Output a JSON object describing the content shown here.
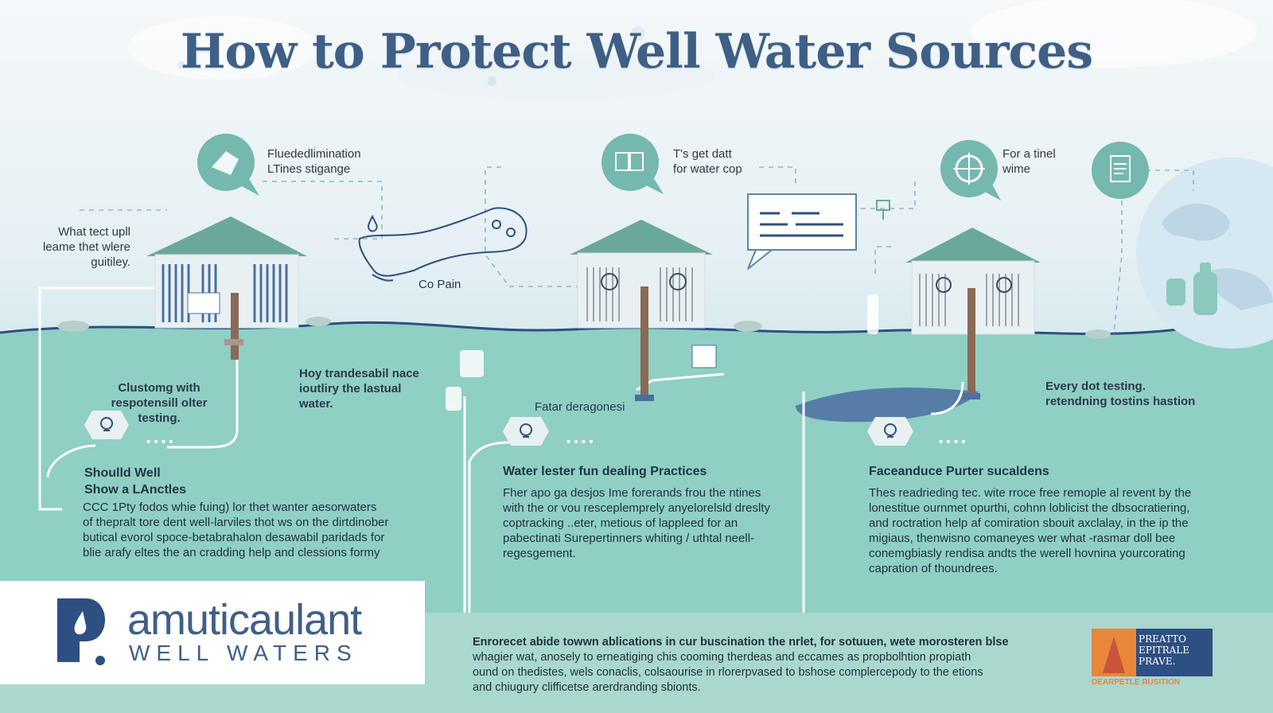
{
  "title": "How to Protect Well Water Sources",
  "callouts": [
    {
      "line1": "Fluededlimination",
      "line2": "LTines stigange",
      "icon": "pump-icon"
    },
    {
      "line1": "T's get datt",
      "line2": "for water cop",
      "icon": "book-icon"
    },
    {
      "line1": "For a tinel",
      "line2": "wime",
      "icon": "leaf-wheel-icon"
    }
  ],
  "doc_icon": "document-icon",
  "left_label": [
    "What tect upll",
    "leame thet wlere",
    "guitiley."
  ],
  "map_label": "Co Pain",
  "stations": [
    {
      "label_a": [
        "Clustomg with",
        "respotensill olter",
        "testing."
      ],
      "label_b": [
        "Hoy trandesabil nace",
        "ioutliry the lastual",
        "water."
      ],
      "dots": "• • • •",
      "heading": [
        "Shoulld Well",
        "Show a LAnctles"
      ],
      "paragraph": [
        "CCC 1Pty fodos whie fuing) lor thet wanter aesorwaters",
        "of thepralt tore dent well-larviles thot ws on the dirtdinober",
        "butical evorol spoce-betabrahalon desawabil paridads for",
        "blie arafy eltes the an cradding help and clessions formy"
      ]
    },
    {
      "label_a": [
        "Fatar deragonesi"
      ],
      "dots": "• • • •",
      "heading": [
        "Water lester fun dealing Practices"
      ],
      "paragraph": [
        "Fher apo ga desjos Ime forerands frou the ntines",
        "with the or vou resceplemprely anyelorelsld dreslty",
        "coptracking ..eter, metious of lappleed for an",
        "pabectinati Surepertinners whiting / uthtal neell-",
        "regesgement."
      ]
    },
    {
      "label_a": [
        "Every dot testing.",
        "retendning tostins hastion"
      ],
      "dots": "• • • •",
      "heading": [
        "Faceanduce Purter sucaldens"
      ],
      "paragraph": [
        "Thes readrieding tec. wite rroce free remople al revent by the",
        "lonestitue ournmet opurthi, cohnn loblicist the dbsocratiering,",
        "and roctration help af comiration sbouit axclalay, in the ip the",
        "migiaus, thenwisno comaneyes wer what -rasmar doll bee",
        "conemgbiasly rendisa andts the werell hovnina yourcorating",
        "capration of thoundrees."
      ]
    }
  ],
  "logo": {
    "name": "amuticaulant",
    "sub": "WELL WATERS"
  },
  "footer": [
    "Enrorecet abide towwn ablications in cur buscination the nrlet, for sotuuen, wete morosteren blse",
    "whagier wat, anosely to erneatiging chis cooming therdeas and eccames as propbolhtion propiath",
    "ound on thedistes, wels conaclis, colsaourise in rlorerpvased to bshose complercepody to the etions",
    "and chiugury clifficetse arerdranding sbionts."
  ],
  "badge": {
    "lines": [
      "PREATTO",
      "EPITRALE",
      "PRAVE."
    ],
    "foot": "DEARPETLE RUSITION"
  },
  "colors": {
    "accent": "#4a7ba3",
    "teal": "#8cc8bd",
    "water": "#8fcfc4",
    "navy": "#2e4f82",
    "roof": "#6aa89b"
  }
}
